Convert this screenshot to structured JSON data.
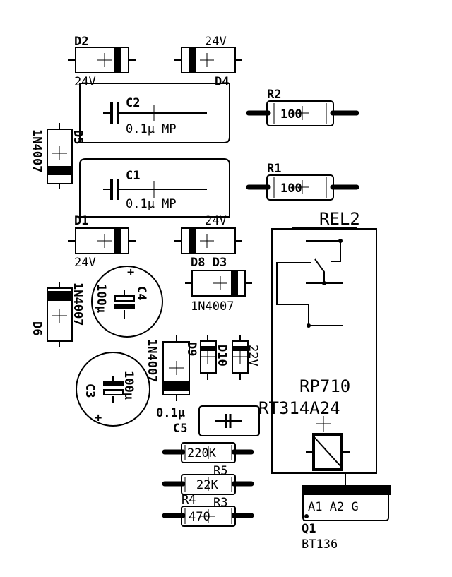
{
  "labels": {
    "d2": "D2",
    "d2_val": "24V",
    "d4": "D4",
    "d4_val": "24V",
    "c2": "C2",
    "c2_val": "0.1µ MP",
    "c1": "C1",
    "c1_val": "0.1µ MP",
    "d5": "D5",
    "d5_val": "1N4007",
    "r2": "R2",
    "r2_val": "100",
    "r1": "R1",
    "r1_val": "100",
    "d1": "D1",
    "d1_val": "24V",
    "d3_val": "24V",
    "d8_d3": "D8 D3",
    "d8_val": "1N4007",
    "c4": "C4",
    "c4_val": "100µ",
    "c4_plus": "+",
    "d6": "D6",
    "d6_val": "1N4007",
    "c3": "C3",
    "c3_val": "100µ",
    "c3_plus": "+",
    "d7_val": "1N4007",
    "d9": "D9",
    "d10": "D10",
    "d10_val": "22V",
    "c5": "C5",
    "c5_val": "0.1µ",
    "r5": "R5",
    "r5_val": "220K",
    "r4": "R4",
    "r4_val": "22K",
    "r3": "R3",
    "r3_val": "470",
    "rel2": "REL2",
    "rel2_type1": "RP710",
    "rel2_type2": "RT314A24",
    "q1_pins": "A1 A2 G",
    "q1": "Q1",
    "q1_val": "BT136"
  },
  "colors": {
    "ink": "#000000",
    "background": "#ffffff"
  }
}
